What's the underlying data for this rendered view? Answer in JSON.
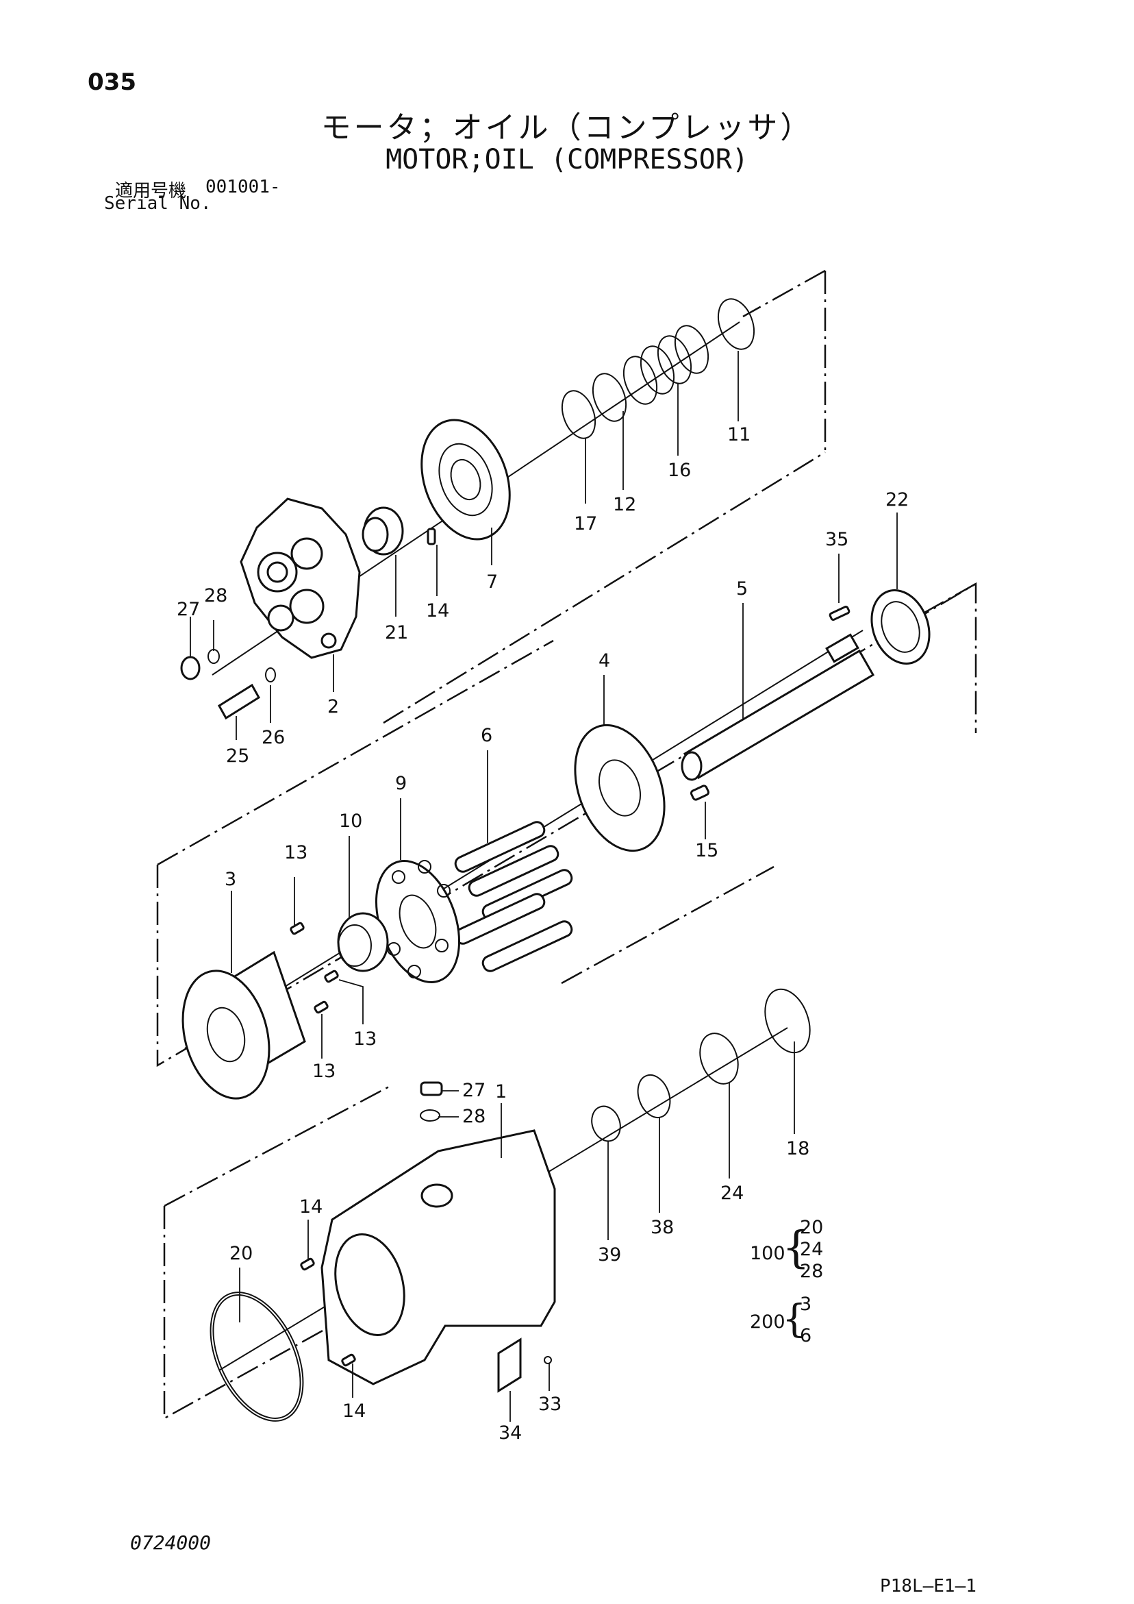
{
  "page_number": "035",
  "title_jp": "モータ；オイル（コンプレッサ）",
  "title_en": "MOTOR;OIL (COMPRESSOR)",
  "serial": {
    "label_jp": "適用号機",
    "value": "001001-",
    "label_en": "Serial No."
  },
  "callouts": {
    "c1": "1",
    "c2": "2",
    "c3": "3",
    "c4": "4",
    "c5": "5",
    "c6": "6",
    "c7": "7",
    "c9": "9",
    "c10": "10",
    "c11": "11",
    "c12": "12",
    "c13a": "13",
    "c13b": "13",
    "c13c": "13",
    "c14a": "14",
    "c14b": "14",
    "c14c": "14",
    "c15": "15",
    "c16": "16",
    "c17": "17",
    "c18": "18",
    "c20": "20",
    "c21": "21",
    "c22": "22",
    "c24": "24",
    "c25": "25",
    "c26": "26",
    "c27a": "27",
    "c27b": "27",
    "c28a": "28",
    "c28b": "28",
    "c33": "33",
    "c34": "34",
    "c35": "35",
    "c38": "38",
    "c39": "39"
  },
  "kits": {
    "k100": {
      "label": "100",
      "items": [
        "20",
        "24",
        "28"
      ]
    },
    "k200": {
      "label": "200",
      "items": [
        "3",
        "6"
      ]
    }
  },
  "footer": {
    "drawing_no": "0724000",
    "page_code": "P18L–E1–1"
  }
}
